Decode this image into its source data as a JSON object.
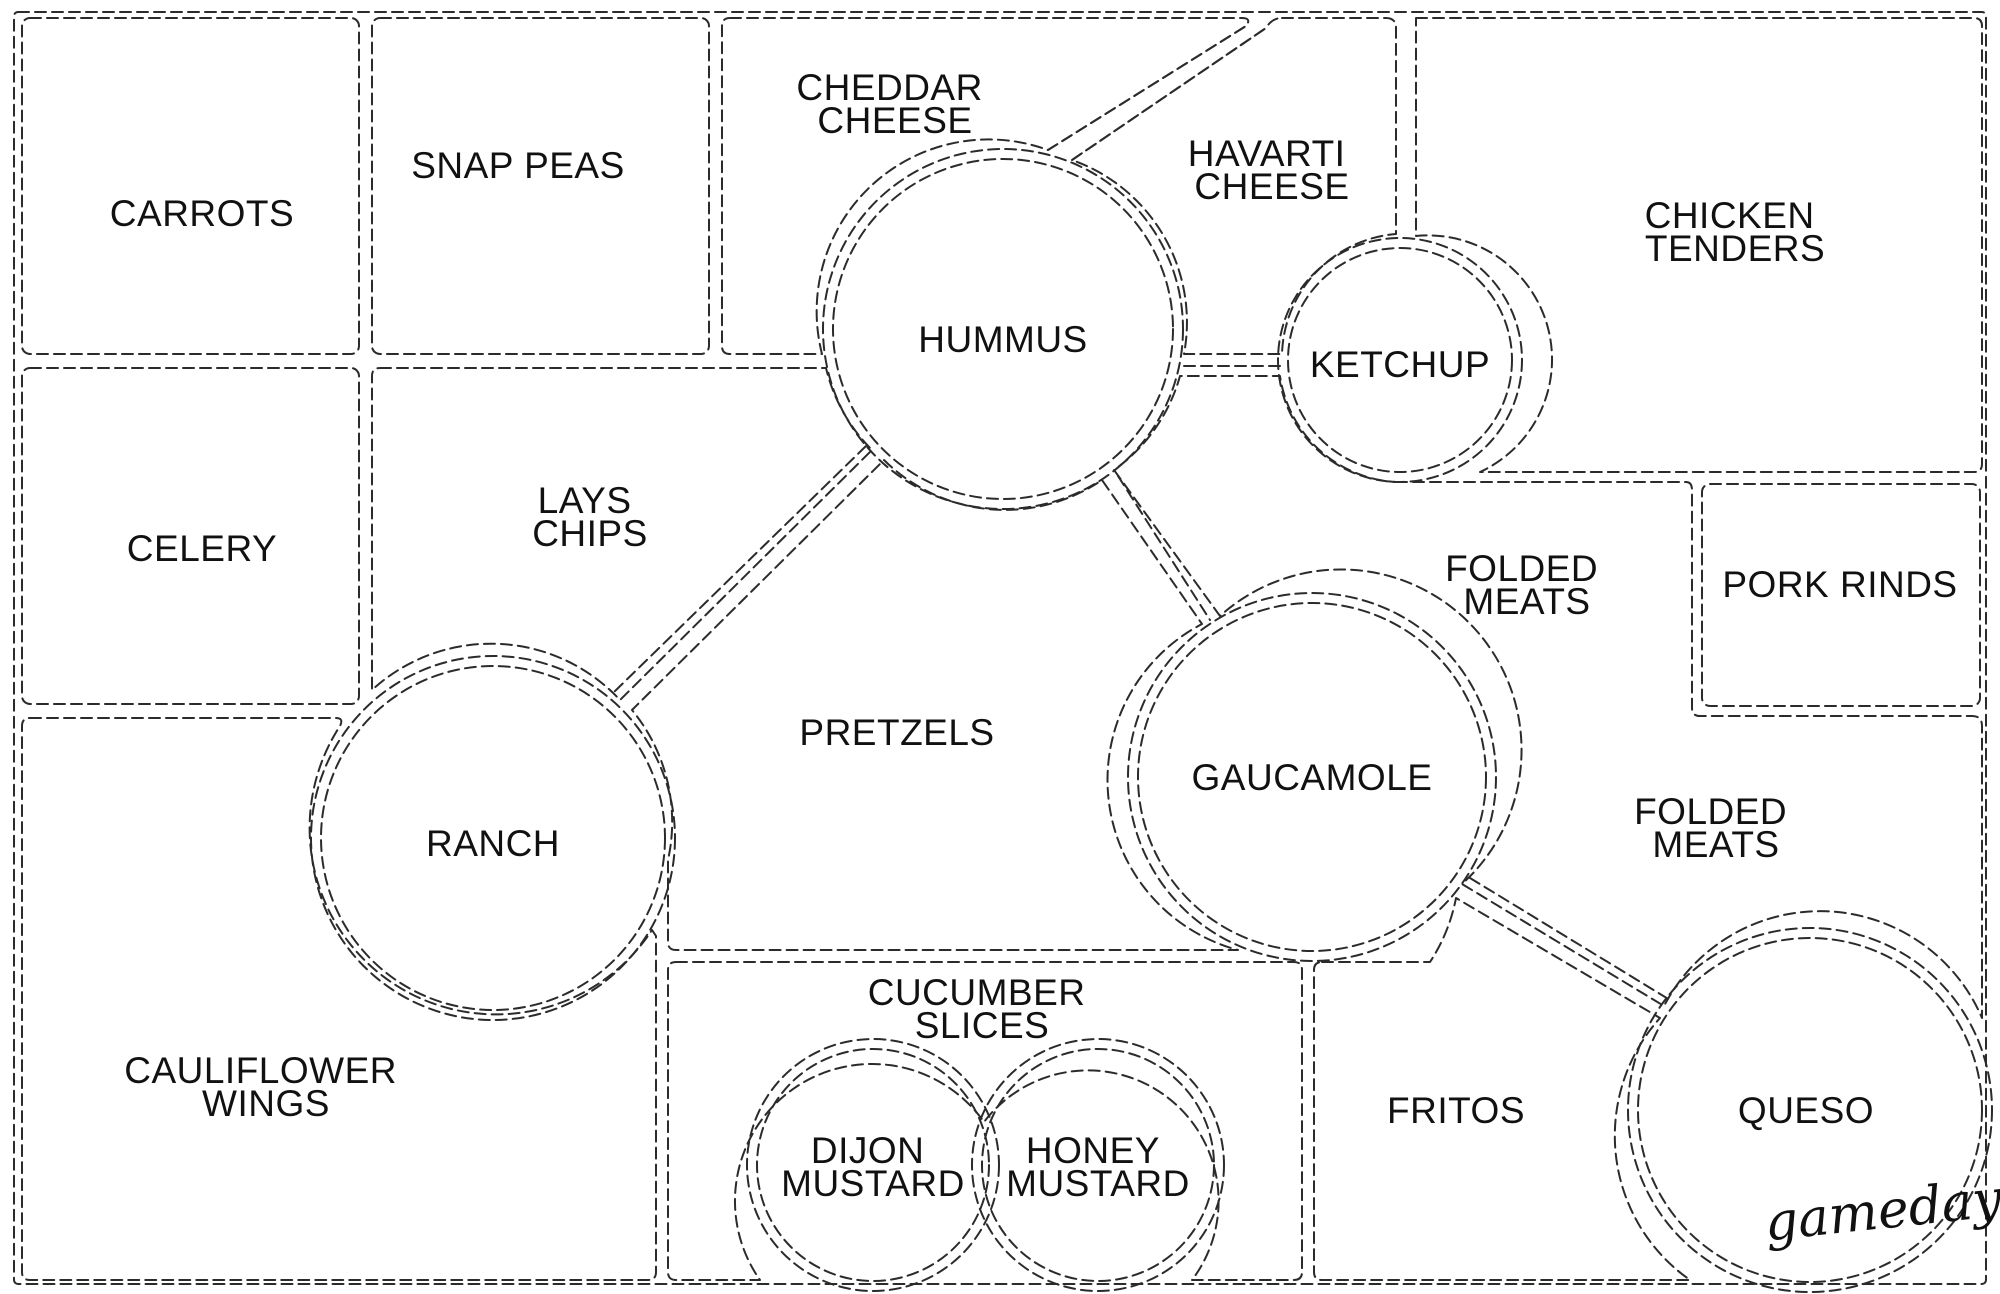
{
  "brand": {
    "signature": "gameday"
  },
  "sections": {
    "carrots": "CARROTS",
    "snap_peas": "SNAP PEAS",
    "cheddar_cheese": [
      "CHEDDAR",
      "CHEESE"
    ],
    "havarti_cheese": [
      "HAVARTI",
      "CHEESE"
    ],
    "chicken_tenders": [
      "CHICKEN",
      "TENDERS"
    ],
    "hummus": "HUMMUS",
    "ketchup": "KETCHUP",
    "celery": "CELERY",
    "lays_chips": [
      "LAYS",
      "CHIPS"
    ],
    "folded_meats_top": [
      "FOLDED",
      "MEATS"
    ],
    "pork_rinds": "PORK RINDS",
    "pretzels": "PRETZELS",
    "gaucamole": "GAUCAMOLE",
    "folded_meats_right": [
      "FOLDED",
      "MEATS"
    ],
    "ranch": "RANCH",
    "cucumber_slices": [
      "CUCUMBER",
      "SLICES"
    ],
    "cauliflower_wings": [
      "CAULIFLOWER",
      "WINGS"
    ],
    "dijon_mustard": [
      "DIJON",
      "MUSTARD"
    ],
    "honey_mustard": [
      "HONEY",
      "MUSTARD"
    ],
    "fritos": "FRITOS",
    "queso": "QUESO"
  }
}
